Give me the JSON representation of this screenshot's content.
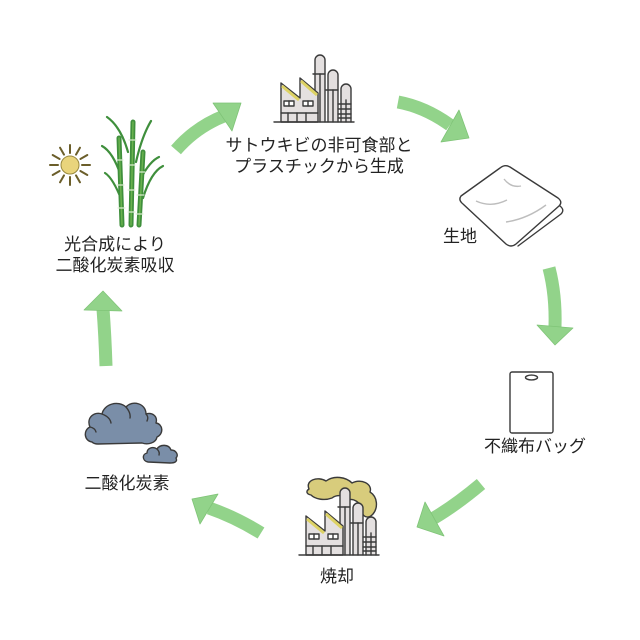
{
  "diagram": {
    "type": "cycle",
    "nodes": [
      {
        "id": "production",
        "icon": "factory-icon",
        "label_lines": [
          "サトウキビの非可食部と",
          "プラスチックから生成"
        ]
      },
      {
        "id": "fabric",
        "icon": "fabric-icon",
        "label_lines": [
          "生地"
        ]
      },
      {
        "id": "bag",
        "icon": "nonwoven-bag-icon",
        "label_lines": [
          "不織布バッグ"
        ]
      },
      {
        "id": "incineration",
        "icon": "factory-smoke-icon",
        "label_lines": [
          "焼却"
        ]
      },
      {
        "id": "co2",
        "icon": "cloud-icon",
        "label_lines": [
          "二酸化炭素"
        ]
      },
      {
        "id": "photosynthesis",
        "icon": "sugarcane-sun-icon",
        "label_lines": [
          "光合成により",
          "二酸化炭素吸収"
        ]
      }
    ],
    "edges": [
      {
        "from": "production",
        "to": "fabric"
      },
      {
        "from": "fabric",
        "to": "bag"
      },
      {
        "from": "bag",
        "to": "incineration"
      },
      {
        "from": "incineration",
        "to": "co2"
      },
      {
        "from": "co2",
        "to": "photosynthesis"
      },
      {
        "from": "photosynthesis",
        "to": "production"
      }
    ]
  },
  "colors": {
    "arrow": "#92d38a",
    "arrow_edge": "#7fc477",
    "text": "#222222",
    "cloud": "#7a8ea8",
    "smoke": "#d8cc7c",
    "sun": "#e9d47c",
    "cane": "#3f8f3c",
    "roof_accent": "#ddd264"
  }
}
